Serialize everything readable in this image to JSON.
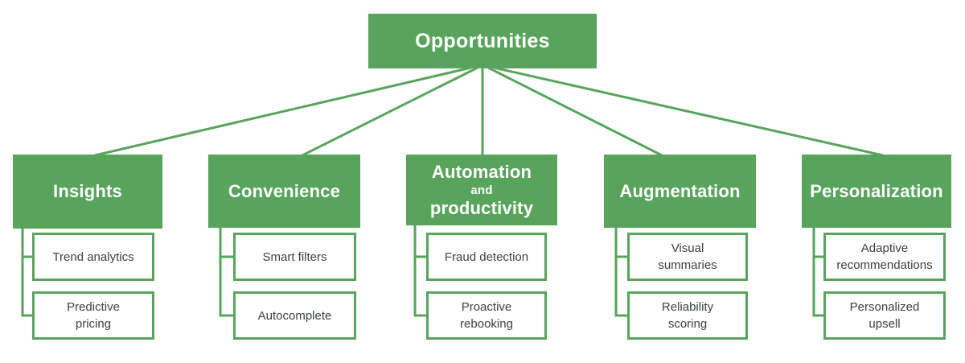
{
  "colors": {
    "green": "#58a45c",
    "leaf_text": "#3c4043",
    "header_text": "#ffffff",
    "background": "#ffffff"
  },
  "root": {
    "label": "Opportunities"
  },
  "groups": [
    {
      "lines": [
        "Insights"
      ],
      "children": [
        "Trend analytics",
        "Predictive\npricing"
      ]
    },
    {
      "lines": [
        "Convenience"
      ],
      "children": [
        "Smart filters",
        "Autocomplete"
      ]
    },
    {
      "lines": [
        "Automation",
        "and",
        "productivity"
      ],
      "children": [
        "Fraud detection",
        "Proactive\nrebooking"
      ]
    },
    {
      "lines": [
        "Augmentation"
      ],
      "children": [
        "Visual\nsummaries",
        "Reliability\nscoring"
      ]
    },
    {
      "lines": [
        "Personalization"
      ],
      "children": [
        "Adaptive\nrecommendations",
        "Personalized\nupsell"
      ]
    }
  ]
}
